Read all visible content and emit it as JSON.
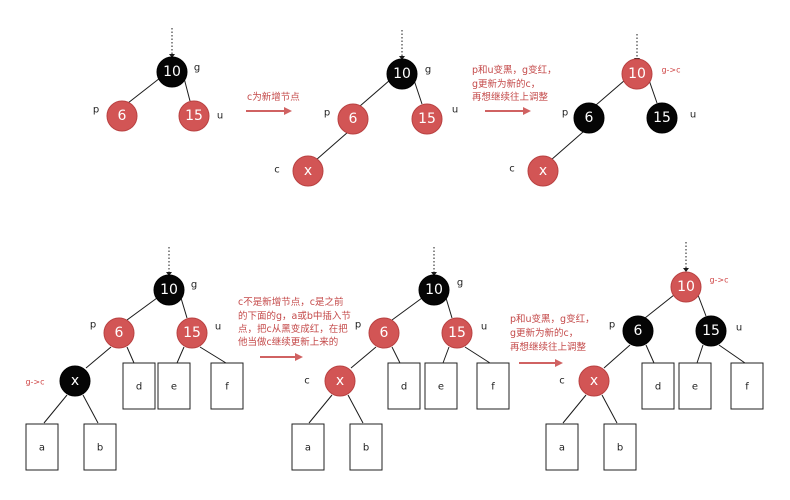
{
  "colors": {
    "red_node": "#d25555",
    "black_node": "#050505",
    "annotation": "#c44a4a",
    "arrow": "#d06262"
  },
  "labels": {
    "g": "g",
    "p": "p",
    "u": "u",
    "c": "c",
    "g_to_c": "g->c"
  },
  "top_row": {
    "step1": {
      "root": "10",
      "left": "6",
      "right": "15"
    },
    "note1": "c为新增节点",
    "step2": {
      "root": "10",
      "left": "6",
      "right": "15",
      "new": "x"
    },
    "note2": [
      "p和u变黑，g变红，",
      "g更新为新的c，",
      "再想继续往上调整"
    ],
    "step3": {
      "root": "10",
      "left": "6",
      "right": "15",
      "new": "x"
    }
  },
  "bottom_row": {
    "step1": {
      "root": "10",
      "left": "6",
      "right": "15",
      "x": "x",
      "boxes": [
        "a",
        "b",
        "d",
        "e",
        "f"
      ]
    },
    "note1": [
      "c不是新增节点，c是之前",
      "的下面的g，a或b中插入节",
      "点，把c从黑变成红，在把",
      "他当做c继续更新上来的"
    ],
    "step2": {
      "root": "10",
      "left": "6",
      "right": "15",
      "x": "x",
      "boxes": [
        "a",
        "b",
        "d",
        "e",
        "f"
      ]
    },
    "note2": [
      "p和u变黑，g变红，",
      "g更新为新的c，",
      "再想继续往上调整"
    ],
    "step3": {
      "root": "10",
      "left": "6",
      "right": "15",
      "x": "x",
      "boxes": [
        "a",
        "b",
        "d",
        "e",
        "f"
      ]
    }
  }
}
